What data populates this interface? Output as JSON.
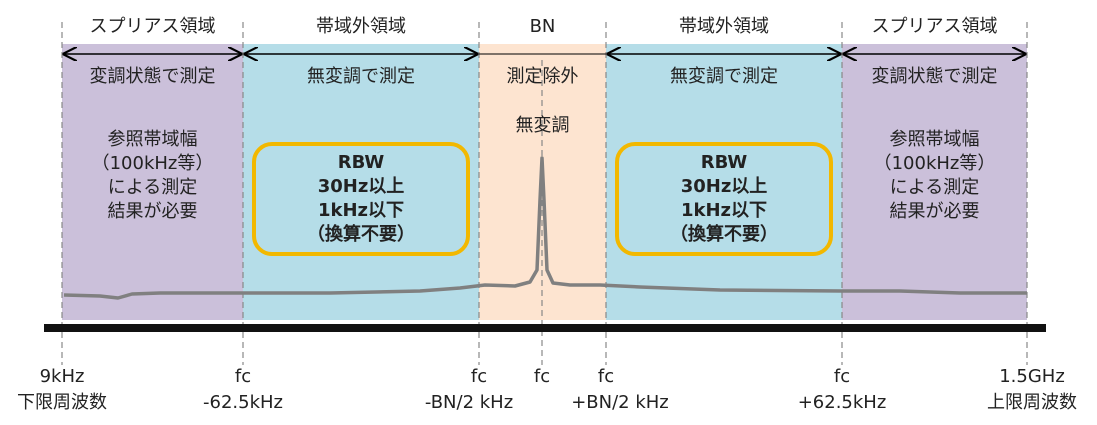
{
  "regions": {
    "spurious_label": "スプリアス領域",
    "out_of_band_label": "帯域外領域",
    "bn_label": "BN"
  },
  "measurement": {
    "modulated": "変調状態で測定",
    "unmodulated": "無変調で測定",
    "excluded": "測定除外"
  },
  "center_label": "無変調",
  "reference_note": "参照帯域幅\n（100kHz等）\nによる測定\n結果が必要",
  "rbw_note": "RBW\n30Hz以上\n1kHz以下\n（換算不要）",
  "axis": {
    "lower_freq": "9kHz",
    "lower_caption": "下限周波数",
    "upper_freq": "1.5GHz",
    "upper_caption": "上限周波数",
    "fc": "fc",
    "minus_62_5": "-62.5kHz",
    "minus_bn_half": "-BN/2 kHz",
    "plus_bn_half": "+BN/2 kHz",
    "plus_62_5": "+62.5kHz"
  },
  "colors": {
    "spurious_fill": "#cbc0da",
    "out_of_band_fill": "#b5dde8",
    "bn_fill": "#fde4d0",
    "rbw_border": "#f2b800",
    "spectrum_line": "#808080",
    "axis_line": "#111111"
  }
}
